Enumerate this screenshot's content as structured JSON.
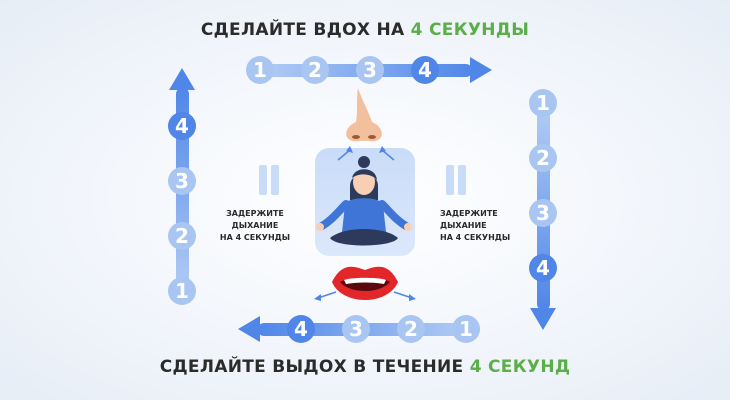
{
  "titles": {
    "top_prefix": "СДЕЛАЙТЕ ВДОХ НА ",
    "top_accent": "4 СЕКУНДЫ",
    "bottom_prefix": "СДЕЛАЙТЕ ВЫДОХ В ТЕЧЕНИЕ ",
    "bottom_accent": "4 СЕКУНД"
  },
  "hold_left": [
    "ЗАДЕРЖИТЕ",
    "ДЫХАНИЕ",
    "НА 4 СЕКУНДЫ"
  ],
  "hold_right": [
    "ЗАДЕРЖИТЕ",
    "ДЫХАНИЕ",
    "НА 4 СЕКУНДЫ"
  ],
  "steps": {
    "top": [
      "1",
      "2",
      "3",
      "4"
    ],
    "right": [
      "1",
      "2",
      "3",
      "4"
    ],
    "bottom": [
      "4",
      "3",
      "2",
      "1"
    ],
    "left": [
      "4",
      "3",
      "2",
      "1"
    ]
  },
  "colors": {
    "accent_green": "#5cae49",
    "arrow_light": "#a9c6f3",
    "arrow_dark": "#4f86e8"
  },
  "icons": [
    "nose-icon",
    "mouth-icon",
    "meditating-woman-icon",
    "pause-icon"
  ]
}
